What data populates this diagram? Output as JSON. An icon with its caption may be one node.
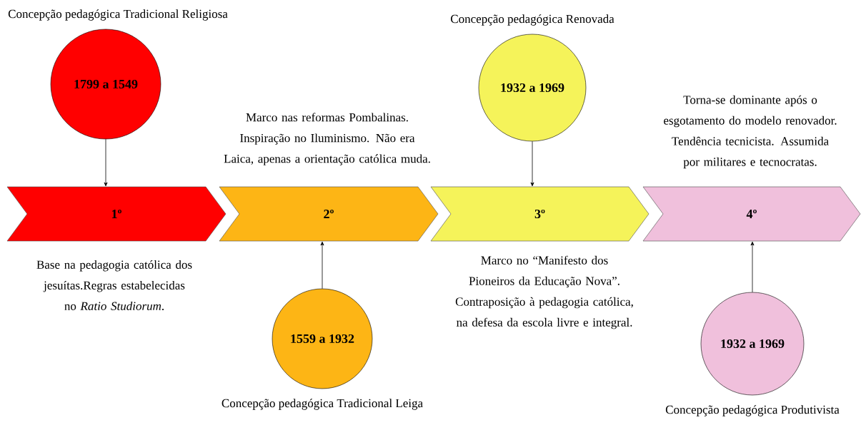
{
  "diagram": {
    "nodes": [
      {
        "text": [
          "1º"
        ]
      },
      {
        "text": [
          "2º"
        ]
      },
      {
        "text": [
          "3º"
        ]
      },
      {
        "text": [
          "4º"
        ]
      },
      {
        "text": [
          "1799 a 1549"
        ],
        "beside": [
          "Concepção pedagógica Tradicional Religiosa"
        ]
      },
      {
        "text": [
          "1559 a 1932"
        ],
        "beside": [
          "Concepção pedagógica Tradicional Leiga"
        ]
      },
      {
        "text": [
          "1932 a 1969"
        ],
        "beside": [
          "Concepção pedagógica Renovada"
        ]
      },
      {
        "text": [
          "1932 a 1969"
        ],
        "beside": [
          "Concepção pedagógica Produtivista"
        ]
      }
    ],
    "edges": [
      {
        "from": 4,
        "to": 0,
        "arrow": "to"
      },
      {
        "from": 5,
        "to": 1,
        "arrow": "to"
      },
      {
        "from": 6,
        "to": 2,
        "arrow": "to"
      },
      {
        "from": 7,
        "to": 3,
        "arrow": "to"
      }
    ],
    "labels": [
      "Base na pedagogia católica dos jesuítas.Regras estabelecidas no *Ratio Studiorum*.",
      "Marco nas reformas Pombalinas. Inspiração no Iluminismo. Não era Laica, apenas a orientação católica muda.",
      "Marco no “Manifesto dos Pioneiros da Educação Nova”. Contraposição à pedagogia católica, na defesa da escola livre e integral.",
      "Torna-se dominante após o esgotamento do modelo renovador. Tendência tecnicista. Assumida por militares e tecnocratas."
    ]
  }
}
